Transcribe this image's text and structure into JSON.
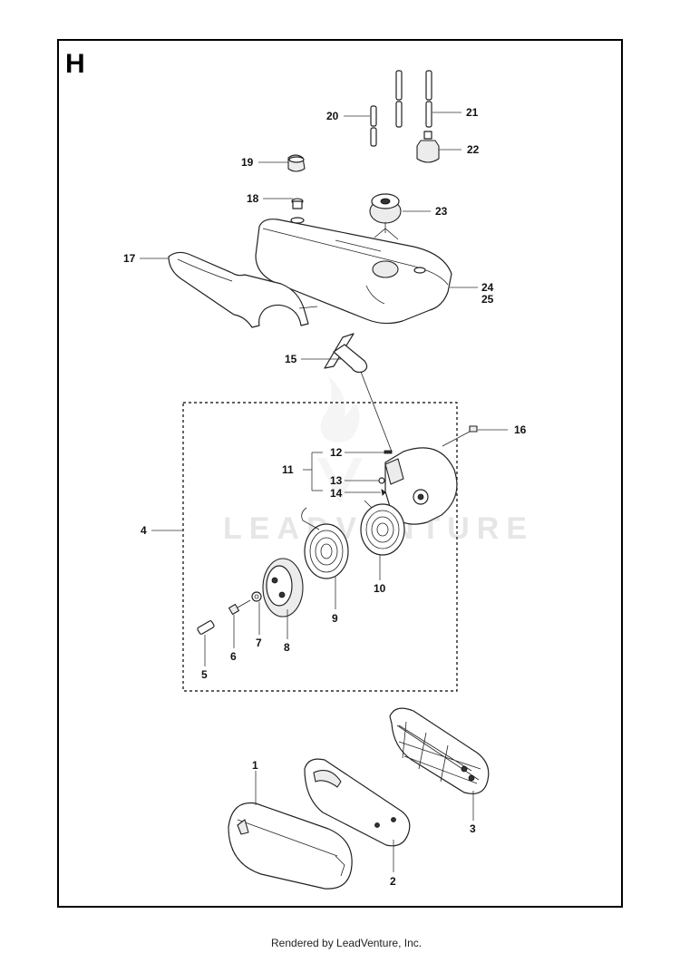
{
  "section_label": "H",
  "watermark": "LEADVENTURE",
  "footer": "Rendered by LeadVenture, Inc.",
  "callouts": [
    {
      "id": "1",
      "text": "1"
    },
    {
      "id": "2",
      "text": "2"
    },
    {
      "id": "3",
      "text": "3"
    },
    {
      "id": "4",
      "text": "4"
    },
    {
      "id": "5",
      "text": "5"
    },
    {
      "id": "6",
      "text": "6"
    },
    {
      "id": "7",
      "text": "7"
    },
    {
      "id": "8",
      "text": "8"
    },
    {
      "id": "9",
      "text": "9"
    },
    {
      "id": "10",
      "text": "10"
    },
    {
      "id": "11",
      "text": "11"
    },
    {
      "id": "12",
      "text": "12"
    },
    {
      "id": "13",
      "text": "13"
    },
    {
      "id": "14",
      "text": "14"
    },
    {
      "id": "15",
      "text": "15"
    },
    {
      "id": "16",
      "text": "16"
    },
    {
      "id": "17",
      "text": "17"
    },
    {
      "id": "18",
      "text": "18"
    },
    {
      "id": "19",
      "text": "19"
    },
    {
      "id": "20",
      "text": "20"
    },
    {
      "id": "21",
      "text": "21"
    },
    {
      "id": "22",
      "text": "22"
    },
    {
      "id": "23",
      "text": "23"
    },
    {
      "id": "24",
      "text": "24"
    },
    {
      "id": "25",
      "text": "25"
    }
  ]
}
